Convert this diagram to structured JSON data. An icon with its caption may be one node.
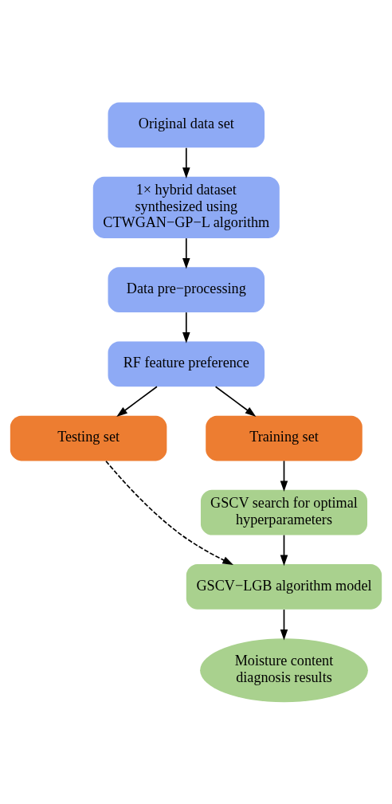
{
  "diagram": {
    "nodes": [
      {
        "text": [
          "Original data set"
        ]
      },
      {
        "text": [
          "1× hybrid dataset synthesized using CTWGAN−GP−L algorithm"
        ]
      },
      {
        "text": [
          "Data pre−processing"
        ]
      },
      {
        "text": [
          "RF feature preference"
        ]
      },
      {
        "text": [
          "Testing set"
        ]
      },
      {
        "text": [
          "Training set"
        ]
      },
      {
        "text": [
          "GSCV search for optimal hyperparameters"
        ]
      },
      {
        "text": [
          "GSCV−LGB algorithm model"
        ]
      },
      {
        "text": [
          "Moisture content diagnosis results"
        ]
      }
    ],
    "edges": [
      {
        "from": 0,
        "to": 1,
        "arrow": "to"
      },
      {
        "from": 1,
        "to": 2,
        "arrow": "to"
      },
      {
        "from": 2,
        "to": 3,
        "arrow": "to"
      },
      {
        "from": 3,
        "to": 4,
        "arrow": "to"
      },
      {
        "from": 3,
        "to": 5,
        "arrow": "to"
      },
      {
        "from": 5,
        "to": 6,
        "arrow": "to"
      },
      {
        "from": 6,
        "to": 7,
        "arrow": "to"
      },
      {
        "from": 4,
        "to": 7,
        "arrow": "to",
        "style": "dashed"
      },
      {
        "from": 7,
        "to": 8,
        "arrow": "to"
      }
    ]
  }
}
